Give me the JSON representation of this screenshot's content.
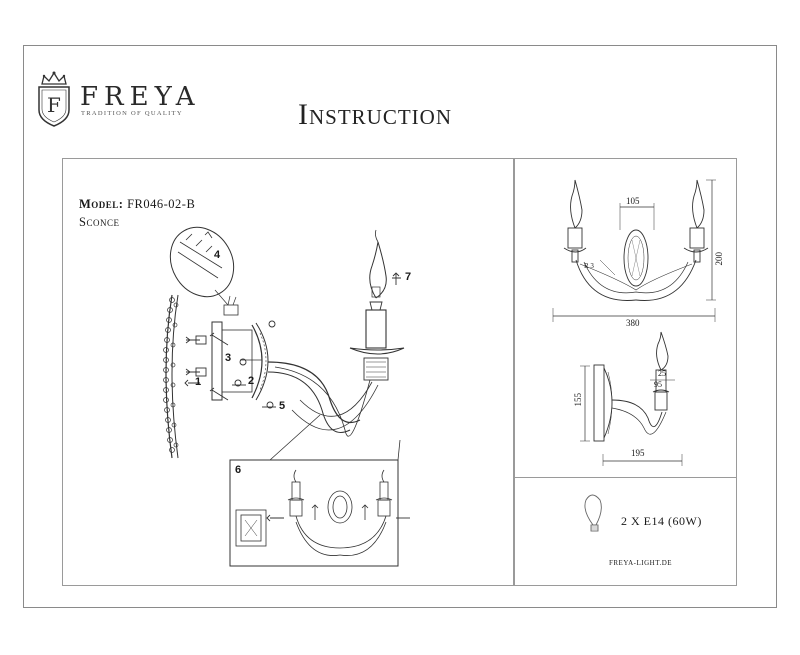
{
  "brand": {
    "name": "FREYA",
    "tagline": "TRADITION OF QUALITY",
    "monogram": "F"
  },
  "document": {
    "title": "Instruction",
    "model_label": "Model:",
    "model_number": "FR046-02-B",
    "product_type": "Sconce"
  },
  "steps": [
    "1",
    "2",
    "3",
    "4",
    "5",
    "6",
    "7"
  ],
  "dimensions": {
    "front_plate_width": "105",
    "front_height": "200",
    "front_width": "380",
    "front_radius": "R 3",
    "side_height": "155",
    "side_depth": "195",
    "cup_top": "25",
    "cup_width": "95"
  },
  "specs": {
    "bulbs": "2 X E14 (60W)",
    "website": "FREYA-LIGHT.DE"
  },
  "colors": {
    "line": "#333333",
    "frame": "#9a9a9a"
  }
}
